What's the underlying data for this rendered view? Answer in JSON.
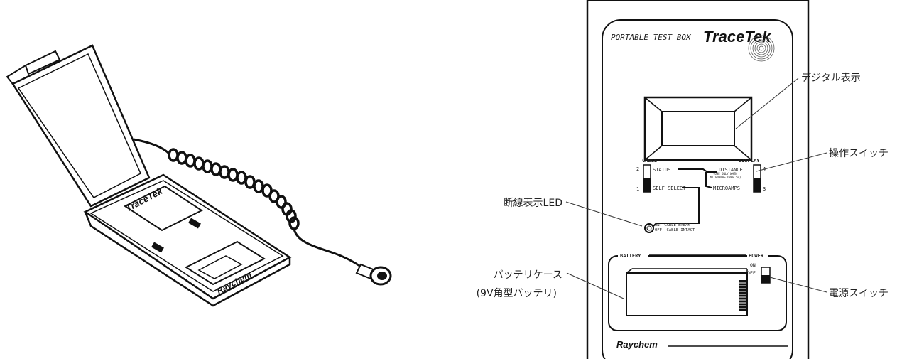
{
  "panel": {
    "title": "PORTABLE TEST BOX",
    "brand": "TraceTek",
    "manufacturer": "Raychem",
    "cable_heading": "CABLE",
    "display_heading": "DISPLAY",
    "cable_pos_2": "2",
    "cable_pos_1": "1",
    "status": "STATUS",
    "self_select": "SELF SELECT",
    "display_pos_4": "4",
    "display_pos_3": "3",
    "distance": "DISTANCE",
    "distance_note_1": "(USE ONLY WHEN",
    "distance_note_2": "MICROAMPS OVER 50)",
    "microamps": "MICROAMPS",
    "led_on": "ON: CABLE BREAK",
    "led_off": "OFF: CABLE INTACT",
    "battery": "BATTERY",
    "power": "POWER",
    "power_on": "ON",
    "power_off": "OFF"
  },
  "device_illustration": {
    "brand": "TraceTek",
    "manufacturer": "Raychem"
  },
  "callouts": {
    "digital_display": "デジタル表示",
    "operation_switch": "操作スイッチ",
    "break_led": "断線表示LED",
    "battery_case_1": "バッテリケース",
    "battery_case_2": "(9V角型バッテリ)",
    "power_switch": "電源スイッチ"
  }
}
